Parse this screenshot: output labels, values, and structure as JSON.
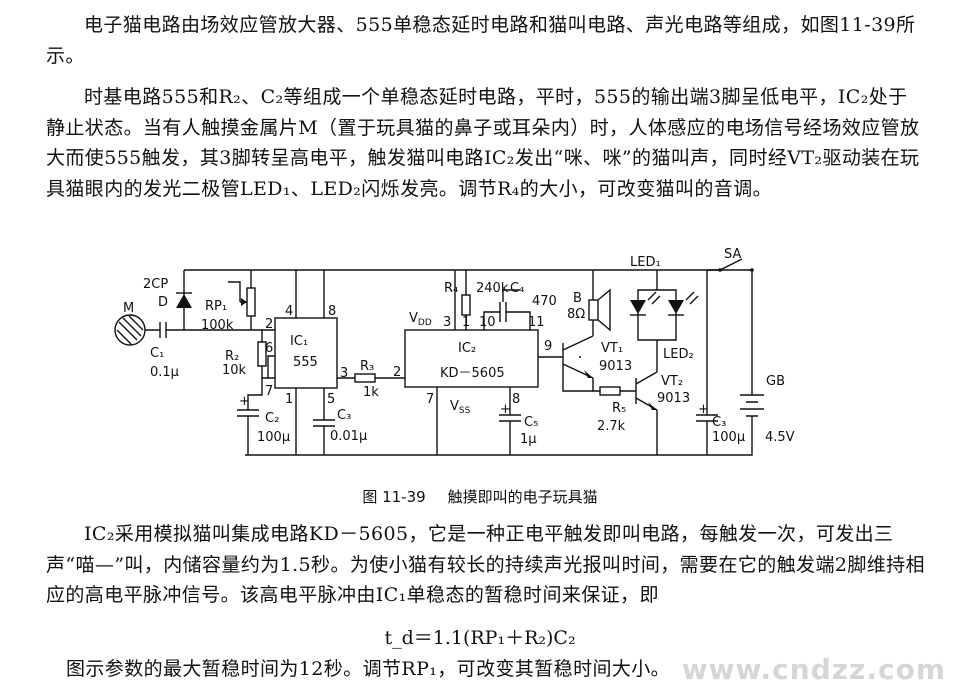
{
  "paragraphs": [
    "电子猫电路由场效应管放大器、555单稳态延时电路和猫叫电路、声光电路等组成，如图11-39所示。",
    "时基电路555和R₂、C₂等组成一个单稳态延时电路，平时，555的输出端3脚呈低电平，IC₂处于静止状态。当有人触摸金属片M（置于玩具猫的鼻子或耳朵内）时，人体感应的电场信号经场效应管放大而使555触发，其3脚转呈高电平，触发猫叫电路IC₂发出“咪、咪”的猫叫声，同时经VT₂驱动装在玩具猫眼内的发光二极管LED₁、LED₂闪烁发亮。调节R₄的大小，可改变猫叫的音调。",
    "IC₂采用模拟猫叫集成电路KD－5605，它是一种正电平触发即叫电路，每触发一次，可发出三声“喵—”叫，内储容量约为1.5秒。为使小猫有较长的持续声光报叫时间，需要在它的触发端2脚维持相应的高电平脉冲信号。该高电平脉冲由IC₁单稳态的暂稳时间来保证，即",
    "图示参数的最大暂稳时间为12秒。调节RP₁，可改变其暂稳时间大小。"
  ],
  "formula": "t_d＝1.1(RP₁＋R₂)C₂",
  "caption": {
    "number": "图 11-39",
    "title": "触摸即叫的电子玩具猫"
  },
  "watermark": "www.cndzz.com",
  "schematic": {
    "M": "M",
    "D_type": "2CP",
    "D": "D",
    "C1": "C₁",
    "C1_val": "0.1μ",
    "RP1": "RP₁",
    "RP1_val": "100k",
    "R2": "R₂",
    "R2_val": "10k",
    "IC1": "IC₁",
    "IC1_type": "555",
    "C2": "C₂",
    "C2_val": "100μ",
    "C3a": "C₃",
    "C3a_val": "0.01μ",
    "R3": "R₃",
    "R3_val": "1k",
    "IC2": "IC₂",
    "IC2_type": "KD－5605",
    "VDD": "V_DD",
    "VSS": "V_SS",
    "R4": "R₄",
    "R4_val": "240k",
    "C4": "C₄",
    "C4_val": "470",
    "C5": "C₅",
    "C5_val": "1μ",
    "B": "B",
    "B_val": "8Ω",
    "VT1": "VT₁",
    "VT1_type": "9013",
    "VT2": "VT₂",
    "VT2_type": "9013",
    "R5": "R₅",
    "R5_val": "2.7k",
    "LED1": "LED₁",
    "LED2": "LED₂",
    "C3b": "C₃",
    "C3b_val": "100μ",
    "SA": "SA",
    "GB": "GB",
    "GB_val": "4.5V",
    "pins": {
      "p2": "2",
      "p4": "4",
      "p8": "8",
      "p6": "6",
      "p3": "3",
      "p7": "7",
      "p1": "1",
      "p5": "5",
      "q3": "3",
      "q1": "1",
      "q10": "10",
      "q11": "11",
      "q2": "2",
      "q9": "9",
      "q7": "7",
      "q8": "8"
    },
    "plus": "+"
  }
}
